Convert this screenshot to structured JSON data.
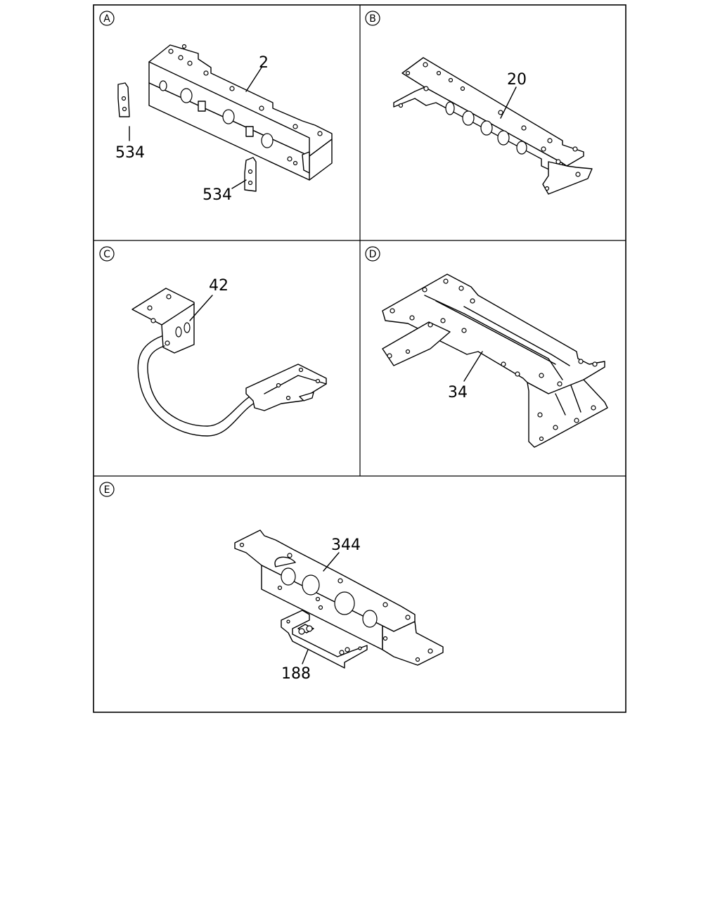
{
  "panels": [
    {
      "letter": "A",
      "callouts": [
        "2",
        "534",
        "534"
      ]
    },
    {
      "letter": "B",
      "callouts": [
        "20"
      ]
    },
    {
      "letter": "C",
      "callouts": [
        "42"
      ]
    },
    {
      "letter": "D",
      "callouts": [
        "34"
      ]
    },
    {
      "letter": "E",
      "callouts": [
        "344",
        "188"
      ]
    }
  ]
}
